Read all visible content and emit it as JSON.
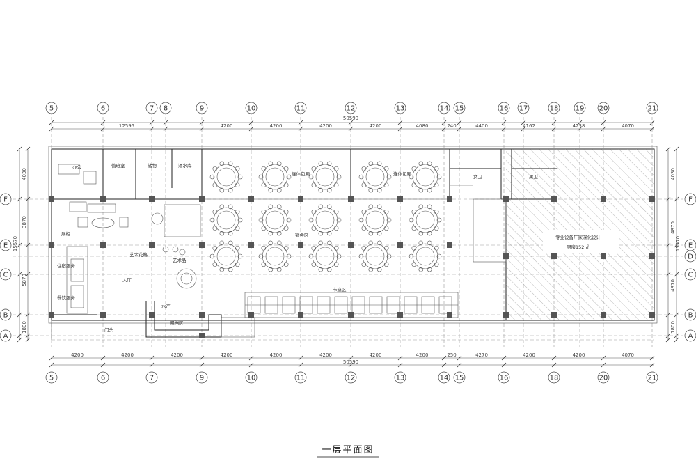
{
  "title": "一层平面图",
  "axes_top": [
    "5",
    "6",
    "7",
    "8",
    "9",
    "10",
    "11",
    "12",
    "13",
    "14",
    "15",
    "16",
    "17",
    "18",
    "19",
    "20",
    "21"
  ],
  "axes_bottom": [
    "5",
    "6",
    "7",
    "9",
    "10",
    "11",
    "12",
    "13",
    "14",
    "15",
    "16",
    "18",
    "20",
    "21"
  ],
  "axes_rows": [
    "F",
    "E",
    "D",
    "C",
    "B",
    "A"
  ],
  "dims_top": [
    "12595",
    "4200",
    "4200",
    "4200",
    "4200",
    "4080",
    "240",
    "4400",
    "4162",
    "4238",
    "4070"
  ],
  "dims_top_total": "50590",
  "dims_bottom": [
    "4200",
    "4200",
    "4200",
    "4200",
    "4200",
    "4200",
    "4200",
    "4200",
    "250",
    "4270",
    "4200",
    "4200",
    "4070"
  ],
  "dims_bottom_total": "50590",
  "dims_left": [
    "4030",
    "3870",
    "5870",
    "1800"
  ],
  "dims_left_total": "15570",
  "dims_right": [
    "4030",
    "4870",
    "4870",
    "1800"
  ],
  "dims_right_total": "15570",
  "rooms": {
    "office": "办公",
    "duty": "值班室",
    "storage": "储物",
    "wine": "酒水库",
    "private1": "连体包厢",
    "private2": "连体包厢",
    "ladies": "女卫",
    "mens": "男卫",
    "display": "展柜",
    "banquet": "宴会区",
    "kitchen_note": "专业设备厂家深化设计",
    "kitchen": "厨房152㎡",
    "lodging": "住宿服务",
    "dining": "餐饮服务",
    "art_flower": "艺术花格",
    "art_piece": "艺术品",
    "lobby": "大厅",
    "booth": "卡座区",
    "seafood": "水产",
    "show_kitchen": "明档区",
    "entrance": "门头"
  }
}
